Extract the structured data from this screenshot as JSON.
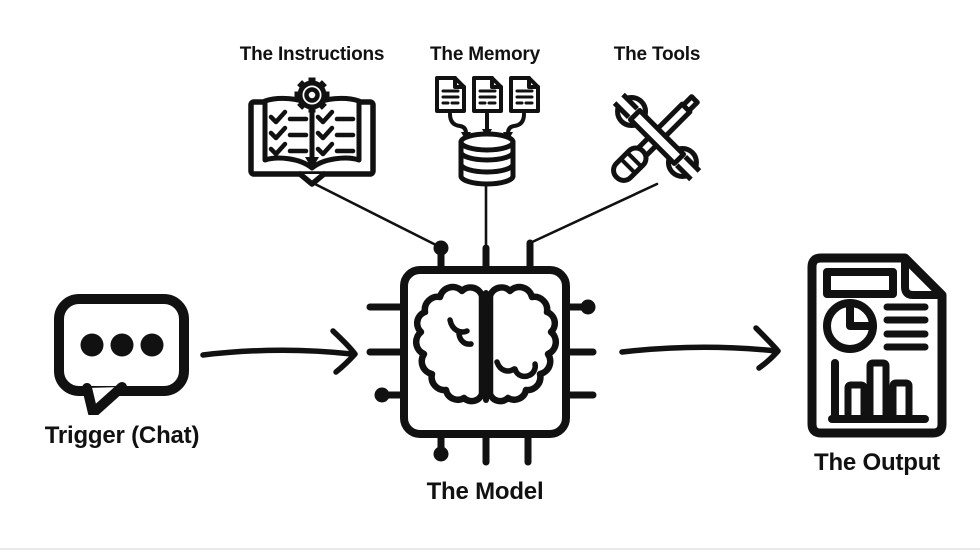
{
  "canvas": {
    "background": "#ffffff",
    "ink": "#111111",
    "divider_color": "#e9e9e9"
  },
  "nodes": {
    "instructions": {
      "label": "The Instructions",
      "icon": "book-checklist-gear-icon"
    },
    "memory": {
      "label": "The Memory",
      "icon": "documents-database-icon"
    },
    "tools": {
      "label": "The Tools",
      "icon": "wrench-screwdriver-icon"
    },
    "trigger": {
      "label": "Trigger (Chat)",
      "icon": "chat-bubble-icon"
    },
    "model": {
      "label": "The Model",
      "icon": "brain-chip-icon"
    },
    "output": {
      "label": "The Output",
      "icon": "report-document-icon"
    }
  },
  "connections": [
    {
      "from": "instructions",
      "to": "model",
      "style": "thin-line"
    },
    {
      "from": "memory",
      "to": "model",
      "style": "thin-line"
    },
    {
      "from": "tools",
      "to": "model",
      "style": "thin-line"
    },
    {
      "from": "trigger",
      "to": "model",
      "style": "sketch-arrow"
    },
    {
      "from": "model",
      "to": "output",
      "style": "sketch-arrow"
    }
  ]
}
